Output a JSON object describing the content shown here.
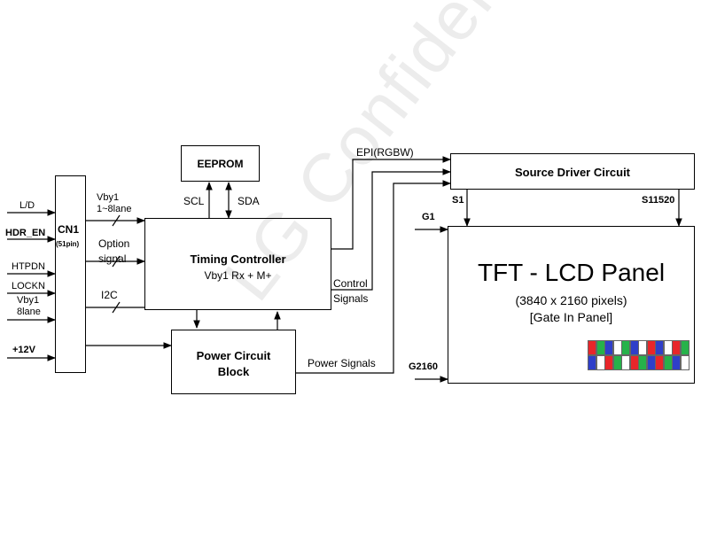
{
  "watermark": "LG Confidential",
  "blocks": {
    "cn1": {
      "name": "CN1",
      "sub": "(51pin)"
    },
    "eeprom": "EEPROM",
    "tcon": {
      "title": "Timing Controller",
      "sub": "Vby1 Rx + M+"
    },
    "power": {
      "line1": "Power Circuit",
      "line2": "Block"
    },
    "source": "Source Driver Circuit",
    "tft": {
      "title": "TFT - LCD Panel",
      "res": "(3840 x 2160 pixels)",
      "gate": "[Gate In Panel]"
    }
  },
  "inputs": {
    "ld": "L/D",
    "hdr": "HDR_EN",
    "htpdn": "HTPDN",
    "lockn": "LOCKN",
    "vby1": "Vby1",
    "lane": "8lane",
    "v12": "+12V"
  },
  "signals": {
    "vby1": "Vby1",
    "lane_18": "1~8lane",
    "option": "Option",
    "signal": "signal",
    "i2c": "I2C",
    "scl": "SCL",
    "sda": "SDA",
    "epi": "EPI(RGBW)",
    "control": "Control",
    "signals": "Signals",
    "power_signals": "Power Signals",
    "s1": "S1",
    "s11520": "S11520",
    "g1": "G1",
    "g2160": "G2160"
  },
  "pixel_pattern": {
    "colors": {
      "R": "#e8262a",
      "G": "#26b24a",
      "B": "#2f3fc9",
      "W": "#ffffff"
    },
    "row1": [
      "R",
      "G",
      "B",
      "W",
      "G",
      "B",
      "W",
      "R",
      "B",
      "W",
      "R",
      "G"
    ],
    "row2": [
      "B",
      "W",
      "R",
      "G",
      "W",
      "R",
      "G",
      "B",
      "R",
      "G",
      "B",
      "W"
    ]
  }
}
